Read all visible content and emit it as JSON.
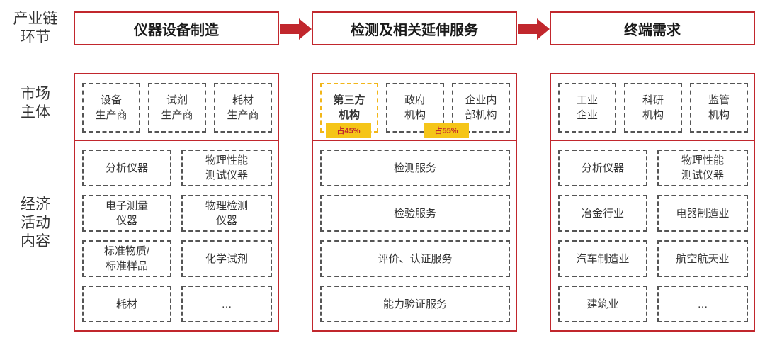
{
  "row_labels": {
    "chain": "产业链\n环节",
    "actors": "市场\n主体",
    "activities": "经济\n活动\n内容"
  },
  "columns": [
    {
      "header": "仪器设备制造",
      "actors": [
        "设备\n生产商",
        "试剂\n生产商",
        "耗材\n生产商"
      ],
      "activities": [
        "分析仪器",
        "物理性能\n测试仪器",
        "电子测量\n仪器",
        "物理检测\n仪器",
        "标准物质/\n标准样品",
        "化学试剂",
        "耗材",
        "…"
      ]
    },
    {
      "header": "检测及相关延伸服务",
      "actors": [
        "第三方\n机构",
        "政府\n机构",
        "企业内\n部机构"
      ],
      "badges": [
        "占45%",
        "占55%"
      ],
      "activities": [
        "检测服务",
        "检验服务",
        "评价、认证服务",
        "能力验证服务"
      ]
    },
    {
      "header": "终端需求",
      "actors": [
        "工业\n企业",
        "科研\n机构",
        "监管\n机构"
      ],
      "activities": [
        "分析仪器",
        "物理性能\n测试仪器",
        "冶金行业",
        "电器制造业",
        "汽车制造业",
        "航空航天业",
        "建筑业",
        "…"
      ]
    }
  ],
  "colors": {
    "accent_red": "#c1272d",
    "highlight_yellow": "#f5c518"
  }
}
